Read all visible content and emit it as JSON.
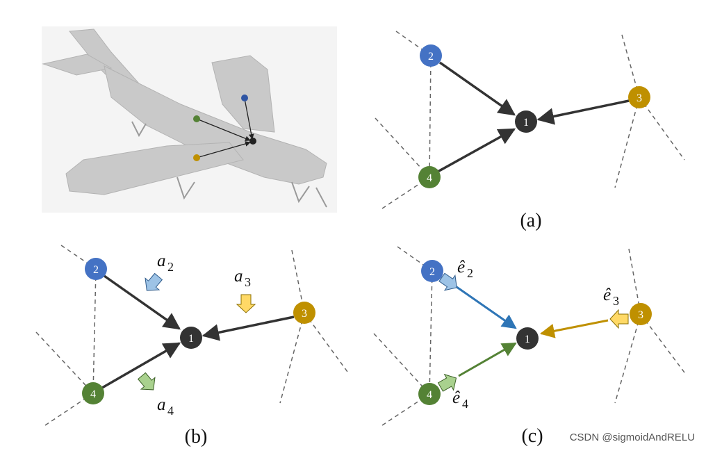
{
  "colors": {
    "node2": "#4472c4",
    "node3": "#bf9000",
    "node4": "#548235",
    "center": "#333333",
    "edge": "#333333",
    "dashed": "#666666",
    "arrow_a2": "#9dc3e6",
    "arrow_a3": "#ffd966",
    "arrow_a4": "#a9d18e",
    "edge_e2": "#2e75b6",
    "edge_e3": "#bf9000",
    "edge_e4": "#548235"
  },
  "nodes": {
    "center": "1",
    "n2": "2",
    "n3": "3",
    "n4": "4"
  },
  "panels": {
    "a": "(a)",
    "b": "(b)",
    "c": "(c)"
  },
  "math": {
    "a": "a",
    "e": "ê",
    "sub2": "2",
    "sub3": "3",
    "sub4": "4"
  },
  "watermark": "CSDN @sigmoidAndRELU",
  "photo": {
    "icon": "aircraft-photo-icon"
  }
}
